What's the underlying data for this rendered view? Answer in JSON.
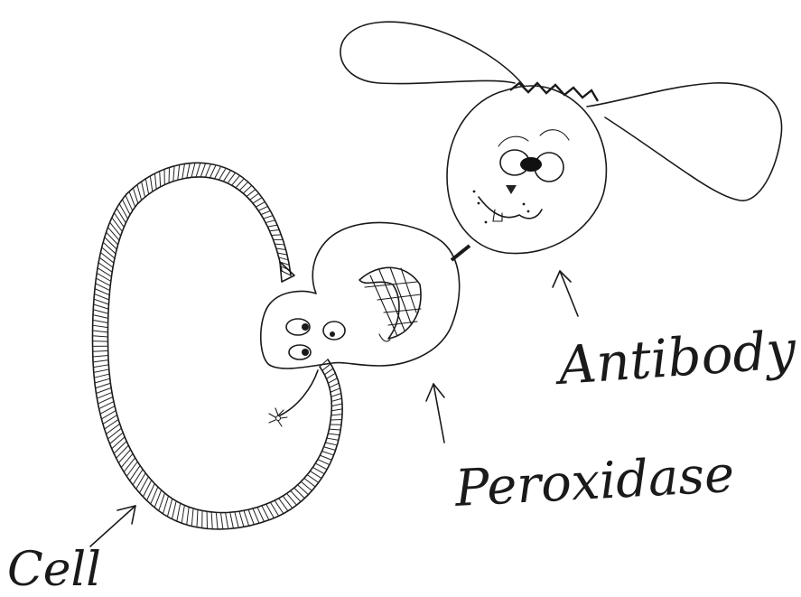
{
  "labels": {
    "antibody": "Antibody",
    "peroxidase": "Peroxidase",
    "cell": "Cell"
  }
}
